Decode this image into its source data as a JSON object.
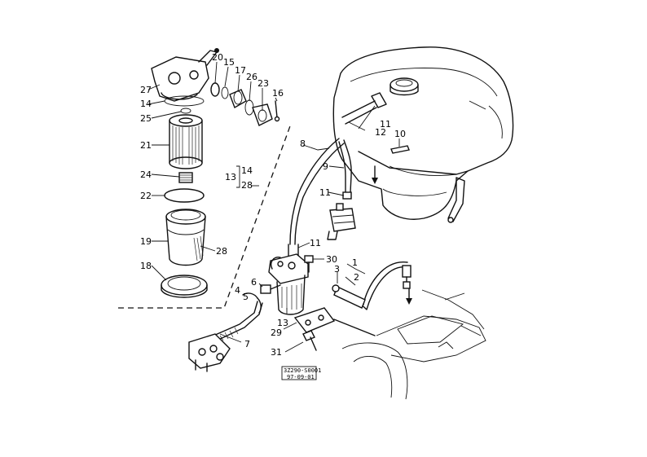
{
  "diagram": {
    "callouts": {
      "c1": "1",
      "c2": "2",
      "c3": "3",
      "c4": "4",
      "c5": "5",
      "c6": "6",
      "c7": "7",
      "c8": "8",
      "c9": "9",
      "c10": "10",
      "c11a": "11",
      "c11b": "11",
      "c11c": "11",
      "c12": "12",
      "c13a": "13",
      "c13b": "13",
      "c14a": "14",
      "c14b": "14",
      "c15": "15",
      "c16": "16",
      "c17": "17",
      "c18": "18",
      "c19": "19",
      "c20": "20",
      "c21": "21",
      "c22": "22",
      "c23": "23",
      "c24": "24",
      "c25": "25",
      "c26": "26",
      "c27": "27",
      "c28a": "28",
      "c28b": "28",
      "c29": "29",
      "c30": "30",
      "c31": "31"
    },
    "stamp": {
      "line1": "3Z290-S0001",
      "line2": "97-09-01"
    }
  }
}
